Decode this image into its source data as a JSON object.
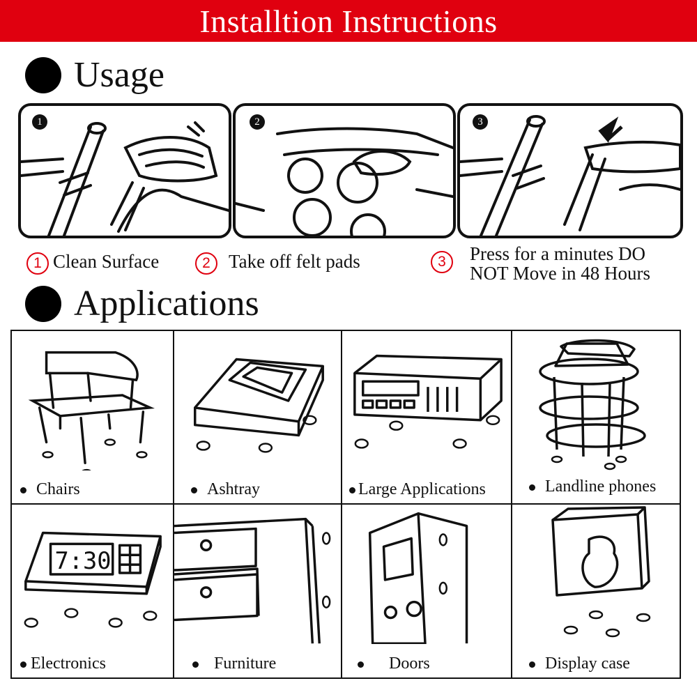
{
  "header": {
    "title": "Installtion Instructions"
  },
  "usage": {
    "heading": "Usage",
    "steps": [
      {
        "number": "1",
        "marker": "①",
        "caption": "Clean Surface"
      },
      {
        "number": "2",
        "marker": "②",
        "caption": "Take off felt pads"
      },
      {
        "number": "3",
        "marker": "③",
        "caption_line1": "Press for a minutes DO",
        "caption_line2": "NOT Move in 48 Hours"
      }
    ]
  },
  "applications": {
    "heading": "Applications",
    "items": [
      {
        "label": "Chairs"
      },
      {
        "label": "Ashtray"
      },
      {
        "label": "Large Applications"
      },
      {
        "label": "Landline phones"
      },
      {
        "label": "Electronics"
      },
      {
        "label": "Furniture"
      },
      {
        "label": "Doors"
      },
      {
        "label": "Display case"
      }
    ],
    "clock_display": "7:30"
  },
  "colors": {
    "banner": "#e0000f",
    "accent_red": "#e0000f",
    "ink": "#111111"
  },
  "icons": [
    "bullet-dot-icon",
    "circled-number-icon",
    "arrow-down-icon"
  ]
}
